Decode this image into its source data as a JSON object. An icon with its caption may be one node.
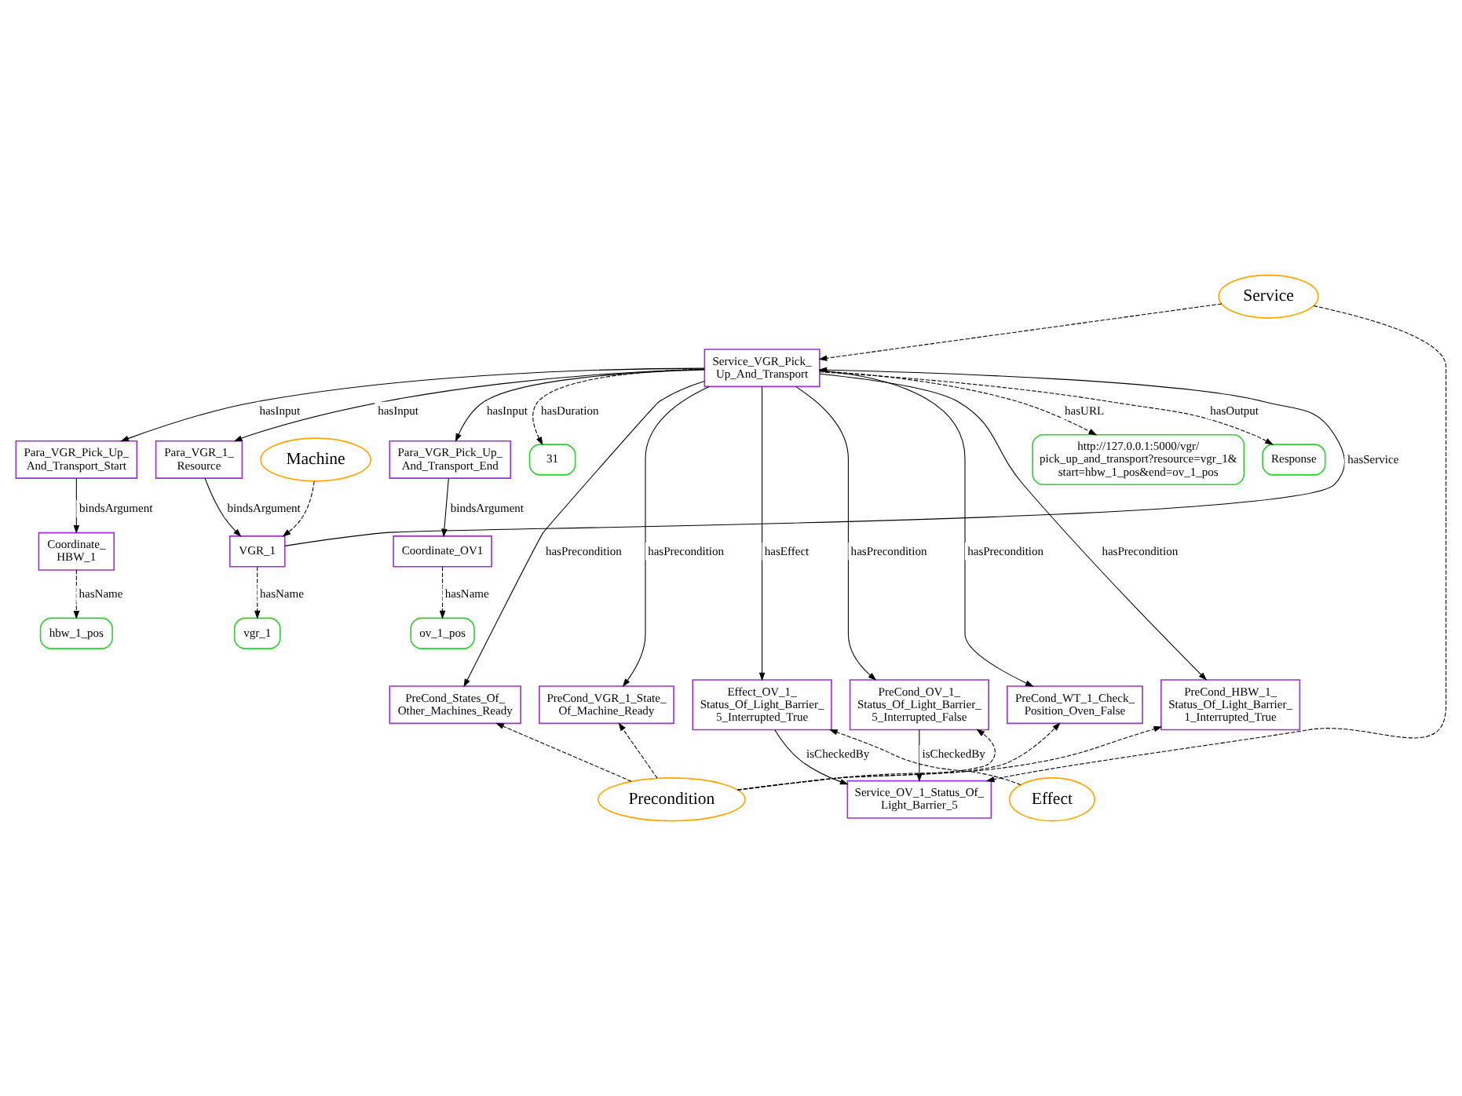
{
  "diagram": {
    "nodes": [
      {
        "text": [
          "ov_1_pos"
        ]
      },
      {
        "text": [
          "hbw_1_pos"
        ]
      },
      {
        "text": [
          "http://127.0.0.1:5000/vgr/ pick_up_and_transport?resource=vgr_1& start=hbw_1_pos&end=ov_1_pos"
        ]
      },
      {
        "text": [
          "Coordinate_OV1"
        ]
      },
      {
        "text": [
          "Coordinate_ HBW_1"
        ]
      },
      {
        "text": [
          "Response"
        ]
      },
      {
        "text": [
          "Machine"
        ]
      },
      {
        "text": [
          "Para_VGR_Pick_Up_ And_Transport_Start"
        ]
      },
      {
        "text": [
          "Para_VGR_Pick_Up_ And_Transport_End"
        ]
      },
      {
        "text": [
          "Para_VGR_1_ Resource"
        ]
      },
      {
        "text": [
          "vgr_1"
        ]
      },
      {
        "text": [
          "Service"
        ]
      },
      {
        "text": [
          "Service_VGR_Pick_ Up_And_Transport"
        ]
      },
      {
        "text": [
          "31"
        ]
      },
      {
        "text": [
          "VGR_1"
        ]
      },
      {
        "text": [
          "Service_OV_1_Status_Of_ Light_Barrier_5"
        ]
      },
      {
        "text": [
          "PreCond_States_Of_ Other_Machines_Ready"
        ]
      },
      {
        "text": [
          "PreCond_VGR_1_State_ Of_Machine_Ready"
        ]
      },
      {
        "text": [
          "Effect_OV_1_ Status_Of_Light_Barrier_ 5_Interrupted_True"
        ]
      },
      {
        "text": [
          "PreCond_OV_1_ Status_Of_Light_Barrier_ 5_Interrupted_False"
        ]
      },
      {
        "text": [
          "PreCond_WT_1_Check_ Position_Oven_False"
        ]
      },
      {
        "text": [
          "PreCond_HBW_1_ Status_Of_Light_Barrier_ 1_Interrupted_True"
        ]
      },
      {
        "text": [
          "Effect"
        ]
      },
      {
        "text": [
          "Precondition"
        ]
      }
    ],
    "edges": [
      {
        "from": 3,
        "to": 0,
        "label": "hasName",
        "arrow": "to",
        "style": "dashed"
      },
      {
        "from": 4,
        "to": 1,
        "label": "hasName",
        "arrow": "to",
        "style": "dashed"
      },
      {
        "from": 8,
        "to": 3,
        "label": "bindsArgument",
        "arrow": "to"
      },
      {
        "from": 7,
        "to": 4,
        "label": "bindsArgument",
        "arrow": "to"
      },
      {
        "from": 12,
        "to": 8,
        "label": "hasInput",
        "arrow": "to"
      },
      {
        "from": 12,
        "to": 7,
        "label": "hasInput",
        "arrow": "to"
      },
      {
        "from": 12,
        "to": 2,
        "label": "hasURL",
        "arrow": "to",
        "style": "dashed"
      },
      {
        "from": 12,
        "to": 5,
        "label": "hasOutput",
        "arrow": "to",
        "style": "dashed"
      },
      {
        "from": 12,
        "to": 9,
        "label": "hasInput",
        "arrow": "to"
      },
      {
        "from": 9,
        "to": 14,
        "label": "bindsArgument",
        "arrow": "to"
      },
      {
        "from": 6,
        "to": 14,
        "arrow": "to",
        "style": "dashed"
      },
      {
        "from": 14,
        "to": 10,
        "label": "hasName",
        "arrow": "to",
        "style": "dashed"
      },
      {
        "from": 11,
        "to": 12,
        "arrow": "to",
        "style": "dashed"
      },
      {
        "from": 12,
        "to": 13,
        "label": "hasDuration",
        "arrow": "to",
        "style": "dashed"
      },
      {
        "from": 14,
        "to": 12,
        "label": "hasService",
        "arrow": "to"
      },
      {
        "from": 11,
        "to": 15,
        "arrow": "to",
        "style": "dashed"
      },
      {
        "from": 12,
        "to": 16,
        "label": "hasPrecondition",
        "arrow": "to"
      },
      {
        "from": 12,
        "to": 17,
        "label": "hasPrecondition",
        "arrow": "to"
      },
      {
        "from": 12,
        "to": 21,
        "label": "hasPrecondition",
        "arrow": "to"
      },
      {
        "from": 12,
        "to": 20,
        "label": "hasPrecondition",
        "arrow": "to"
      },
      {
        "from": 12,
        "to": 19,
        "label": "hasPrecondition",
        "arrow": "to"
      },
      {
        "from": 12,
        "to": 18,
        "label": "hasEffect",
        "arrow": "to"
      },
      {
        "from": 18,
        "to": 15,
        "label": "isCheckedBy",
        "arrow": "to"
      },
      {
        "from": 19,
        "to": 15,
        "label": "isCheckedBy",
        "arrow": "to"
      },
      {
        "from": 22,
        "to": 18,
        "arrow": "to",
        "style": "dashed"
      },
      {
        "from": 23,
        "to": 19,
        "arrow": "to",
        "style": "dashed"
      },
      {
        "from": 23,
        "to": 20,
        "arrow": "to",
        "style": "dashed"
      },
      {
        "from": 23,
        "to": 21,
        "arrow": "to",
        "style": "dashed"
      },
      {
        "from": 23,
        "to": 16,
        "arrow": "to",
        "style": "dashed"
      },
      {
        "from": 23,
        "to": 17,
        "arrow": "to",
        "style": "dashed"
      }
    ]
  }
}
